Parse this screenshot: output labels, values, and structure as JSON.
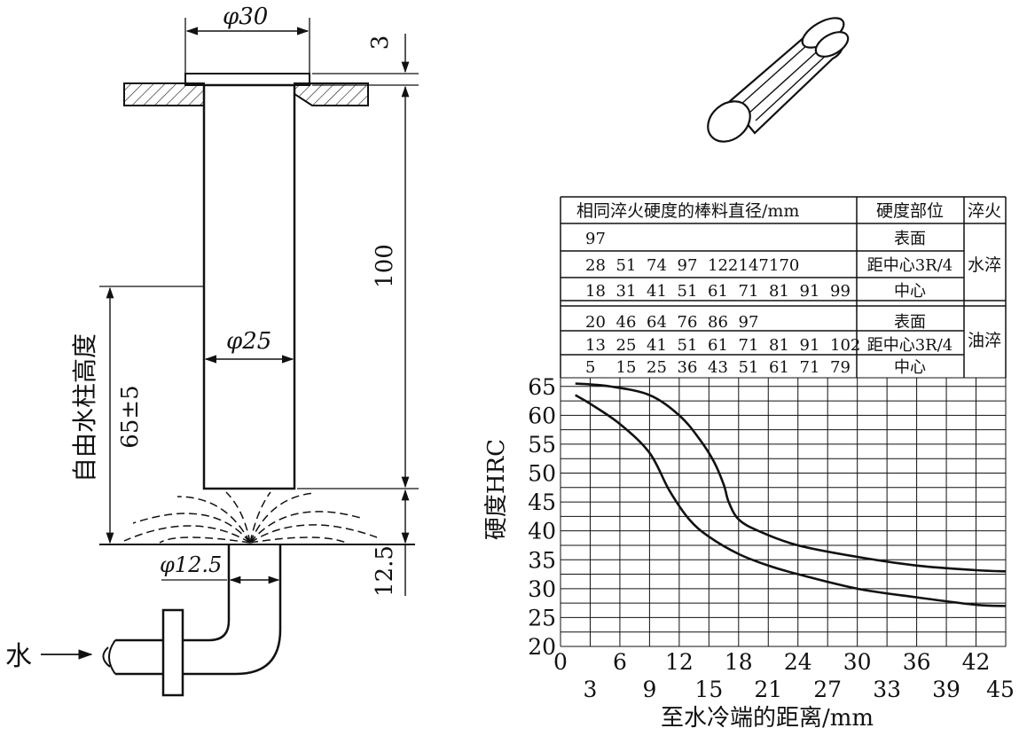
{
  "apparatus": {
    "dim_top_diameter": "φ30",
    "dim_top_thickness": "3",
    "dim_length": "100",
    "dim_body_diameter": "φ25",
    "dim_water_height": "65±5",
    "label_water_height": "自由水柱高度",
    "dim_nozzle_diameter": "φ12.5",
    "dim_nozzle_gap": "12.5",
    "label_water": "水"
  },
  "table": {
    "header": [
      "相同淬火硬度的棒料直径/mm",
      "硬度部位",
      "淬火"
    ],
    "rows": [
      {
        "diameters": [
          "97"
        ],
        "position": "表面",
        "quench": "水淬"
      },
      {
        "diameters": [
          "28",
          "51",
          "74",
          "97",
          "122",
          "147",
          "170"
        ],
        "position": "距中心3R/4"
      },
      {
        "diameters": [
          "18",
          "31",
          "41",
          "51",
          "61",
          "71",
          "81",
          "91",
          "99"
        ],
        "position": "中心"
      },
      {
        "diameters": [
          "20",
          "46",
          "64",
          "76",
          "86",
          "97"
        ],
        "position": "表面",
        "quench": "油淬"
      },
      {
        "diameters": [
          "13",
          "25",
          "41",
          "51",
          "61",
          "71",
          "81",
          "91",
          "102"
        ],
        "position": "距中心3R/4"
      },
      {
        "diameters": [
          "5",
          "15",
          "25",
          "36",
          "43",
          "51",
          "61",
          "71",
          "79"
        ],
        "position": "中心"
      }
    ]
  },
  "chart_data": {
    "type": "line",
    "ylabel": "硬度HRC",
    "xlabel": "至水冷端的距离/mm",
    "xlim": [
      0,
      45
    ],
    "ylim": [
      20,
      65
    ],
    "x_ticks_top": [
      "0",
      "6",
      "12",
      "18",
      "24",
      "30",
      "36",
      "42"
    ],
    "x_ticks_bottom": [
      "3",
      "9",
      "15",
      "21",
      "27",
      "33",
      "39",
      "45"
    ],
    "y_ticks": [
      "65",
      "60",
      "55",
      "50",
      "45",
      "40",
      "35",
      "30",
      "25",
      "20"
    ],
    "series": [
      {
        "x": [
          1.5,
          5,
          9,
          12,
          14,
          15.5,
          16.5,
          17,
          18,
          20,
          24,
          30,
          36,
          42,
          45
        ],
        "y": [
          65.5,
          65,
          63.5,
          60,
          56,
          52,
          48,
          45,
          42,
          40,
          37.5,
          35.5,
          34,
          33.2,
          33
        ]
      },
      {
        "x": [
          1.5,
          3,
          6,
          9,
          11,
          13,
          15,
          18,
          21,
          24,
          30,
          36,
          42,
          45
        ],
        "y": [
          63.5,
          62,
          58.5,
          53.5,
          47,
          42,
          39,
          36,
          34,
          32.5,
          30,
          28.5,
          27.2,
          27
        ]
      }
    ]
  }
}
